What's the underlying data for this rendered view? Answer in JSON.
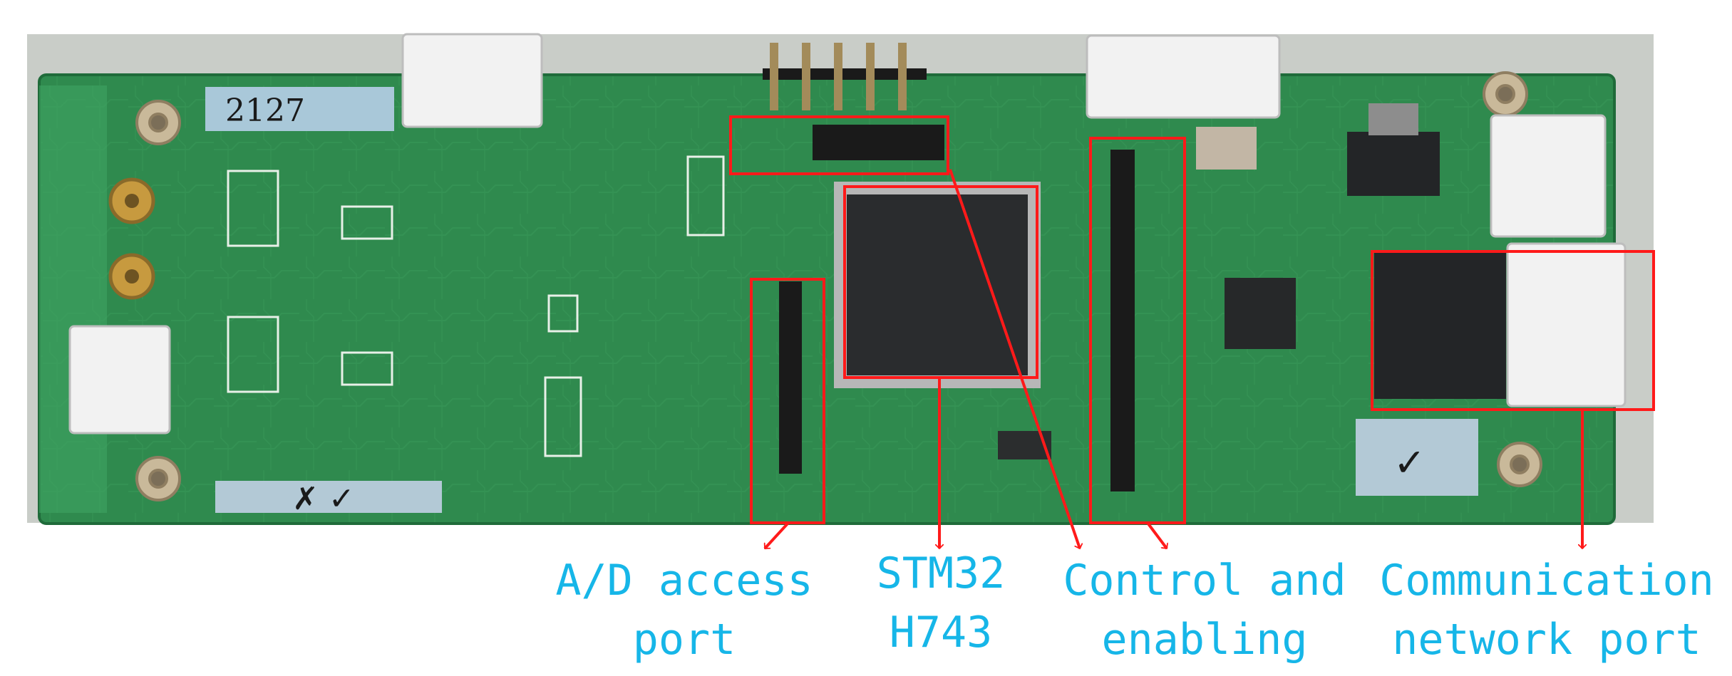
{
  "colors": {
    "board": "#2f8a4e",
    "board_dark": "#1f6b3a",
    "callout": "#ff1a1a",
    "label_text": "#16b6e8",
    "connector": "#f4f4f4",
    "chip": "#2a2c2e",
    "photo_bg": "#cfd3cf"
  },
  "board": {
    "sticker_top": "2127",
    "sticker_bottom": "✗ ✓",
    "sticker_right": "✓"
  },
  "callouts": [
    {
      "id": "ad",
      "line1": "A/D access",
      "line2": "port"
    },
    {
      "id": "stm",
      "line1": "STM32",
      "line2": "H743"
    },
    {
      "id": "ctrl",
      "line1": "Control and",
      "line2": "enabling"
    },
    {
      "id": "comm",
      "line1": "Communication",
      "line2": "network port"
    }
  ]
}
